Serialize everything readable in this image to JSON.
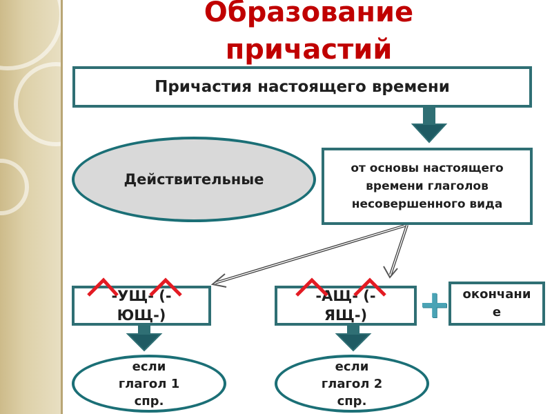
{
  "slide": {
    "title_line1": "Образование",
    "title_line2": "причастий",
    "header_box": "Причастия настоящего времени",
    "ellipse_main": "Действительные",
    "source_box": "от основы настоящего времени глаголов несовершенного вида",
    "suffix_left": "-УЩ- (-ЮЩ-)",
    "suffix_right": "-АЩ- (-ЯЩ-)",
    "plus_sign": "+",
    "ending_box": "окончание",
    "condition_left": "если глагол 1 спр.",
    "condition_right": "если глагол 2 спр."
  },
  "colors": {
    "title": "#c00000",
    "box_border": "#2f6f74",
    "ellipse_fill": "#d9d9d9",
    "arrow": "#1f5b63",
    "accent_red": "#e31b23",
    "plus": "#4aa3b5"
  }
}
